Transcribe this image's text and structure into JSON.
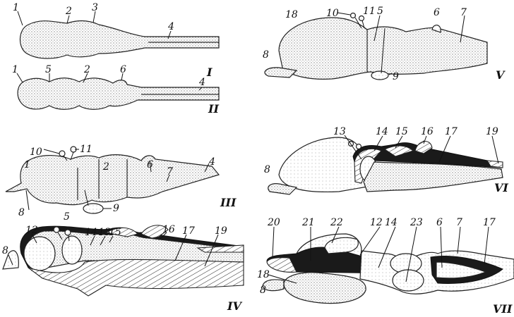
{
  "figures": [
    {
      "numeral": "I",
      "labels": [
        "1",
        "2",
        "3",
        "4"
      ]
    },
    {
      "numeral": "II",
      "labels": [
        "1",
        "5",
        "2",
        "6",
        "4"
      ]
    },
    {
      "numeral": "III",
      "labels": [
        "10",
        "11",
        "1",
        "2",
        "6",
        "7",
        "4",
        "8",
        "5",
        "9"
      ]
    },
    {
      "numeral": "IV",
      "labels": [
        "12",
        "14",
        "13",
        "15",
        "16",
        "17",
        "19",
        "8"
      ]
    },
    {
      "numeral": "V",
      "labels": [
        "18",
        "10",
        "11",
        "5",
        "6",
        "7",
        "8",
        "9"
      ]
    },
    {
      "numeral": "VI",
      "labels": [
        "13",
        "14",
        "15",
        "16",
        "17",
        "19",
        "8"
      ]
    },
    {
      "numeral": "VII",
      "labels": [
        "20",
        "21",
        "22",
        "12",
        "14",
        "23",
        "6",
        "7",
        "17",
        "18",
        "8"
      ]
    }
  ]
}
